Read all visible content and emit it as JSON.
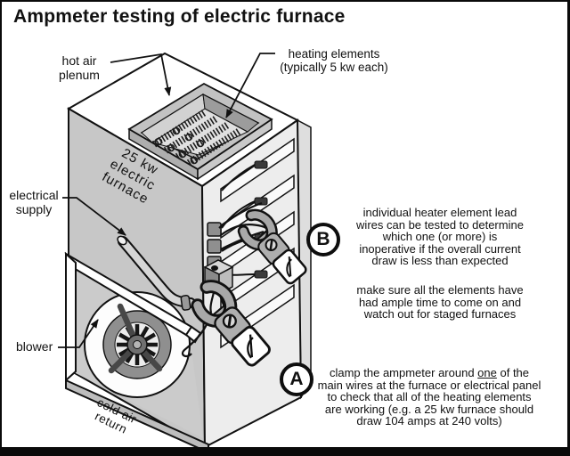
{
  "title": "Ampmeter testing of electric furnace",
  "labels": {
    "hot_air": [
      "hot air",
      "plenum"
    ],
    "heating": [
      "heating elements",
      "(typically 5 kw each)"
    ],
    "electrical": [
      "electrical",
      "supply"
    ],
    "blower": "blower",
    "furnace": [
      "25 kw",
      "electric",
      "furnace"
    ],
    "cold_air": [
      "cold air",
      "return"
    ]
  },
  "callouts": {
    "a": "A",
    "b": "B"
  },
  "notes": {
    "b": [
      "individual heater element lead",
      "wires can be tested to determine",
      "which one (or more) is",
      "inoperative if the overall current",
      "draw is less than expected"
    ],
    "b2": [
      "make sure all the elements have",
      "had ample time to come on and",
      "watch out for staged furnaces"
    ],
    "a_pre": "clamp the ampmeter around ",
    "a_underlined": "one",
    "a_post": " of the",
    "a_rest": [
      "main wires at the furnace or electrical panel",
      "to check that all of the heating elements",
      "are working (e.g. a 25 kw furnace should",
      "draw 104 amps at 240 volts)"
    ]
  },
  "colors": {
    "line": "#111111",
    "background": "#ffffff",
    "cabinet_left_face": "#c7c7c7",
    "cabinet_right_face": "#ededed",
    "plenum_rim": "#c2c2c2",
    "plenum_inner_wall": "#9c9c9c",
    "blower_ring": "#8f8f8f",
    "meter_body": "#aeaeae",
    "frame_rail": "#bdbdbd"
  }
}
